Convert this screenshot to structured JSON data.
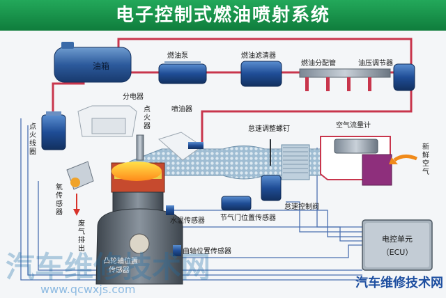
{
  "title": "电子控制式燃油喷射系统",
  "labels": {
    "fuel_tank": "油箱",
    "fuel_pump": "燃油泵",
    "fuel_filter": "燃油滤清器",
    "fuel_rail": "燃油分配管",
    "pressure_regulator": "油压调节器",
    "distributor": "分电器",
    "injector": "喷油器",
    "spark_plug": "点火器",
    "ignition_coil": "点火线圈",
    "oxygen_sensor": "氧传感器",
    "exhaust": "废气排出",
    "idle_screw": "怠速调整螺钉",
    "air_flow_meter": "空气流量计",
    "fresh_air": "新鲜空气",
    "idle_valve": "怠速控制阀",
    "throttle_sensor": "节气门位置传感器",
    "coolant_sensor": "水温传感器",
    "cam_sensor": "凸轮轴位置传感器",
    "crank_sensor": "曲轴位置传感器",
    "ecu_line1": "电控单元",
    "ecu_line2": "（ECU）"
  },
  "watermark": {
    "cn": "汽车维修技术网",
    "url": "www.qcwxjs.com",
    "brand": "汽车维修技术网"
  },
  "colors": {
    "banner": "#1a9a4d",
    "fuel_line": "#c8354c",
    "wire": "#4a6fb0",
    "intake": "#a8c3d8"
  }
}
